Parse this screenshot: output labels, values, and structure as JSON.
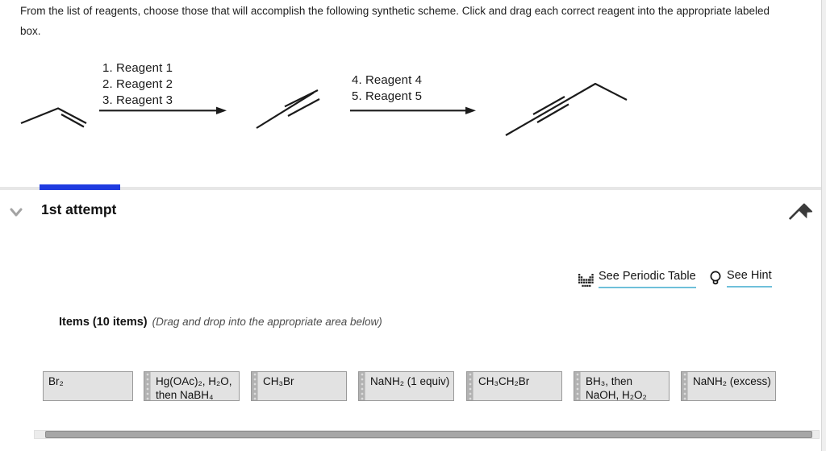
{
  "page": {
    "instructions": "From the list of reagents, choose those that will accomplish the following synthetic scheme. Click and drag each correct reagent into the appropriate labeled box."
  },
  "scheme": {
    "molecules": [
      "propene",
      "propyne",
      "pent-2-yne"
    ],
    "step1": {
      "lines": [
        "1. Reagent 1",
        "2. Reagent 2",
        "3. Reagent 3"
      ]
    },
    "step2": {
      "lines": [
        "4. Reagent 4",
        "5. Reagent 5"
      ]
    }
  },
  "attempt": {
    "title": "1st attempt"
  },
  "links": {
    "periodic_table": "See Periodic Table",
    "hint": "See Hint"
  },
  "items": {
    "heading": "Items (10 items)",
    "note": "(Drag and drop into the appropriate area below)",
    "visible_count": 7,
    "chips": [
      {
        "label": "Br₂"
      },
      {
        "label": "Hg(OAc)₂, H₂O, then NaBH₄"
      },
      {
        "label": "CH₃Br"
      },
      {
        "label": "NaNH₂ (1 equiv)"
      },
      {
        "label": "CH₃CH₂Br"
      },
      {
        "label": "BH₃, then NaOH, H₂O₂"
      },
      {
        "label": "NaNH₂ (excess)"
      }
    ]
  },
  "colors": {
    "accent_blue": "#1f3be0",
    "link_underline": "#6fc0da",
    "chip_bg": "#e2e2e2"
  }
}
